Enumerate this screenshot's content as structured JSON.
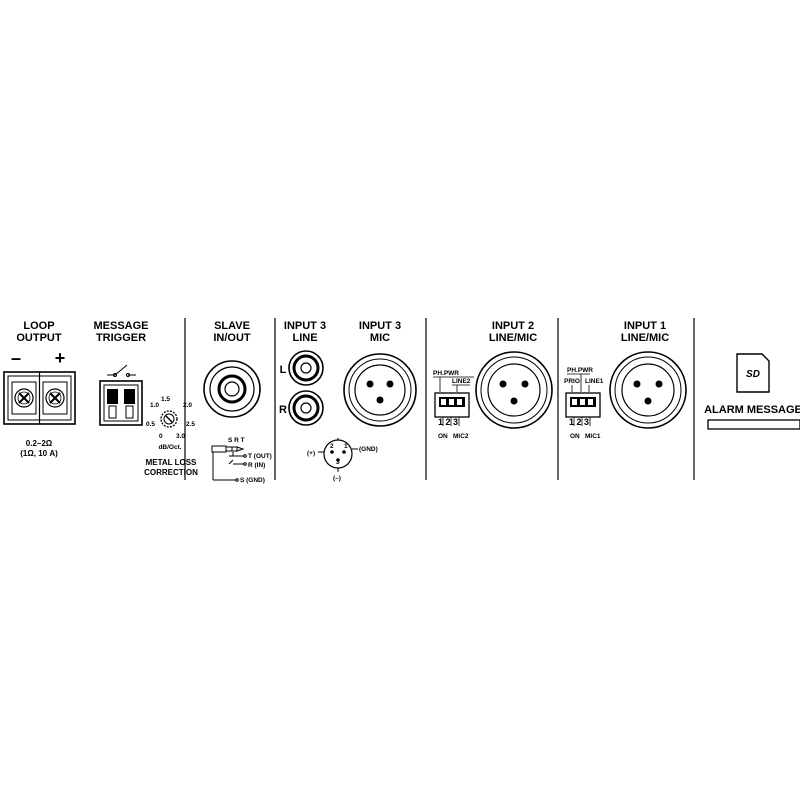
{
  "sections": {
    "loop_output": {
      "title_1": "LOOP",
      "title_2": "OUTPUT",
      "minus": "–",
      "plus": "+",
      "range": "0.2–2Ω",
      "rating": "(1Ω, 10 A)"
    },
    "message_trigger": {
      "title_1": "MESSAGE",
      "title_2": "TRIGGER"
    },
    "metal_loss": {
      "title_1": "METAL LOSS",
      "title_2": "CORRECTION",
      "unit": "dB/Oct.",
      "scale": [
        "0",
        "0.5",
        "1.0",
        "1.5",
        "2.0",
        "2.5",
        "3.0"
      ]
    },
    "slave": {
      "title_1": "SLAVE",
      "title_2": "IN/OUT",
      "plug_header": "S R T",
      "tip": "T (OUT)",
      "ring": "R (IN)",
      "sleeve": "S (GND)"
    },
    "input3_line": {
      "title_1": "INPUT 3",
      "title_2": "LINE",
      "left": "L",
      "right": "R"
    },
    "input3_mic": {
      "title_1": "INPUT 3",
      "title_2": "MIC",
      "pin_plus": "(+)",
      "pin_minus": "(–)",
      "pin_gnd": "(GND)",
      "pin_1": "1",
      "pin_2": "2",
      "pin_3": "3"
    },
    "input2": {
      "title_1": "INPUT 2",
      "title_2": "LINE/MIC",
      "ph_pwr": "PH.PWR",
      "line": "LINE2",
      "switch_nums": "1 2 3",
      "on": "ON",
      "mic": "MIC2"
    },
    "input1": {
      "title_1": "INPUT 1",
      "title_2": "LINE/MIC",
      "ph_pwr": "PH.PWR",
      "prio": "PRIO",
      "line": "LINE1",
      "switch_nums": "1 2 3",
      "on": "ON",
      "mic": "MIC1"
    },
    "alarm": {
      "title": "ALARM MESSAGE",
      "sd": "SD"
    }
  }
}
